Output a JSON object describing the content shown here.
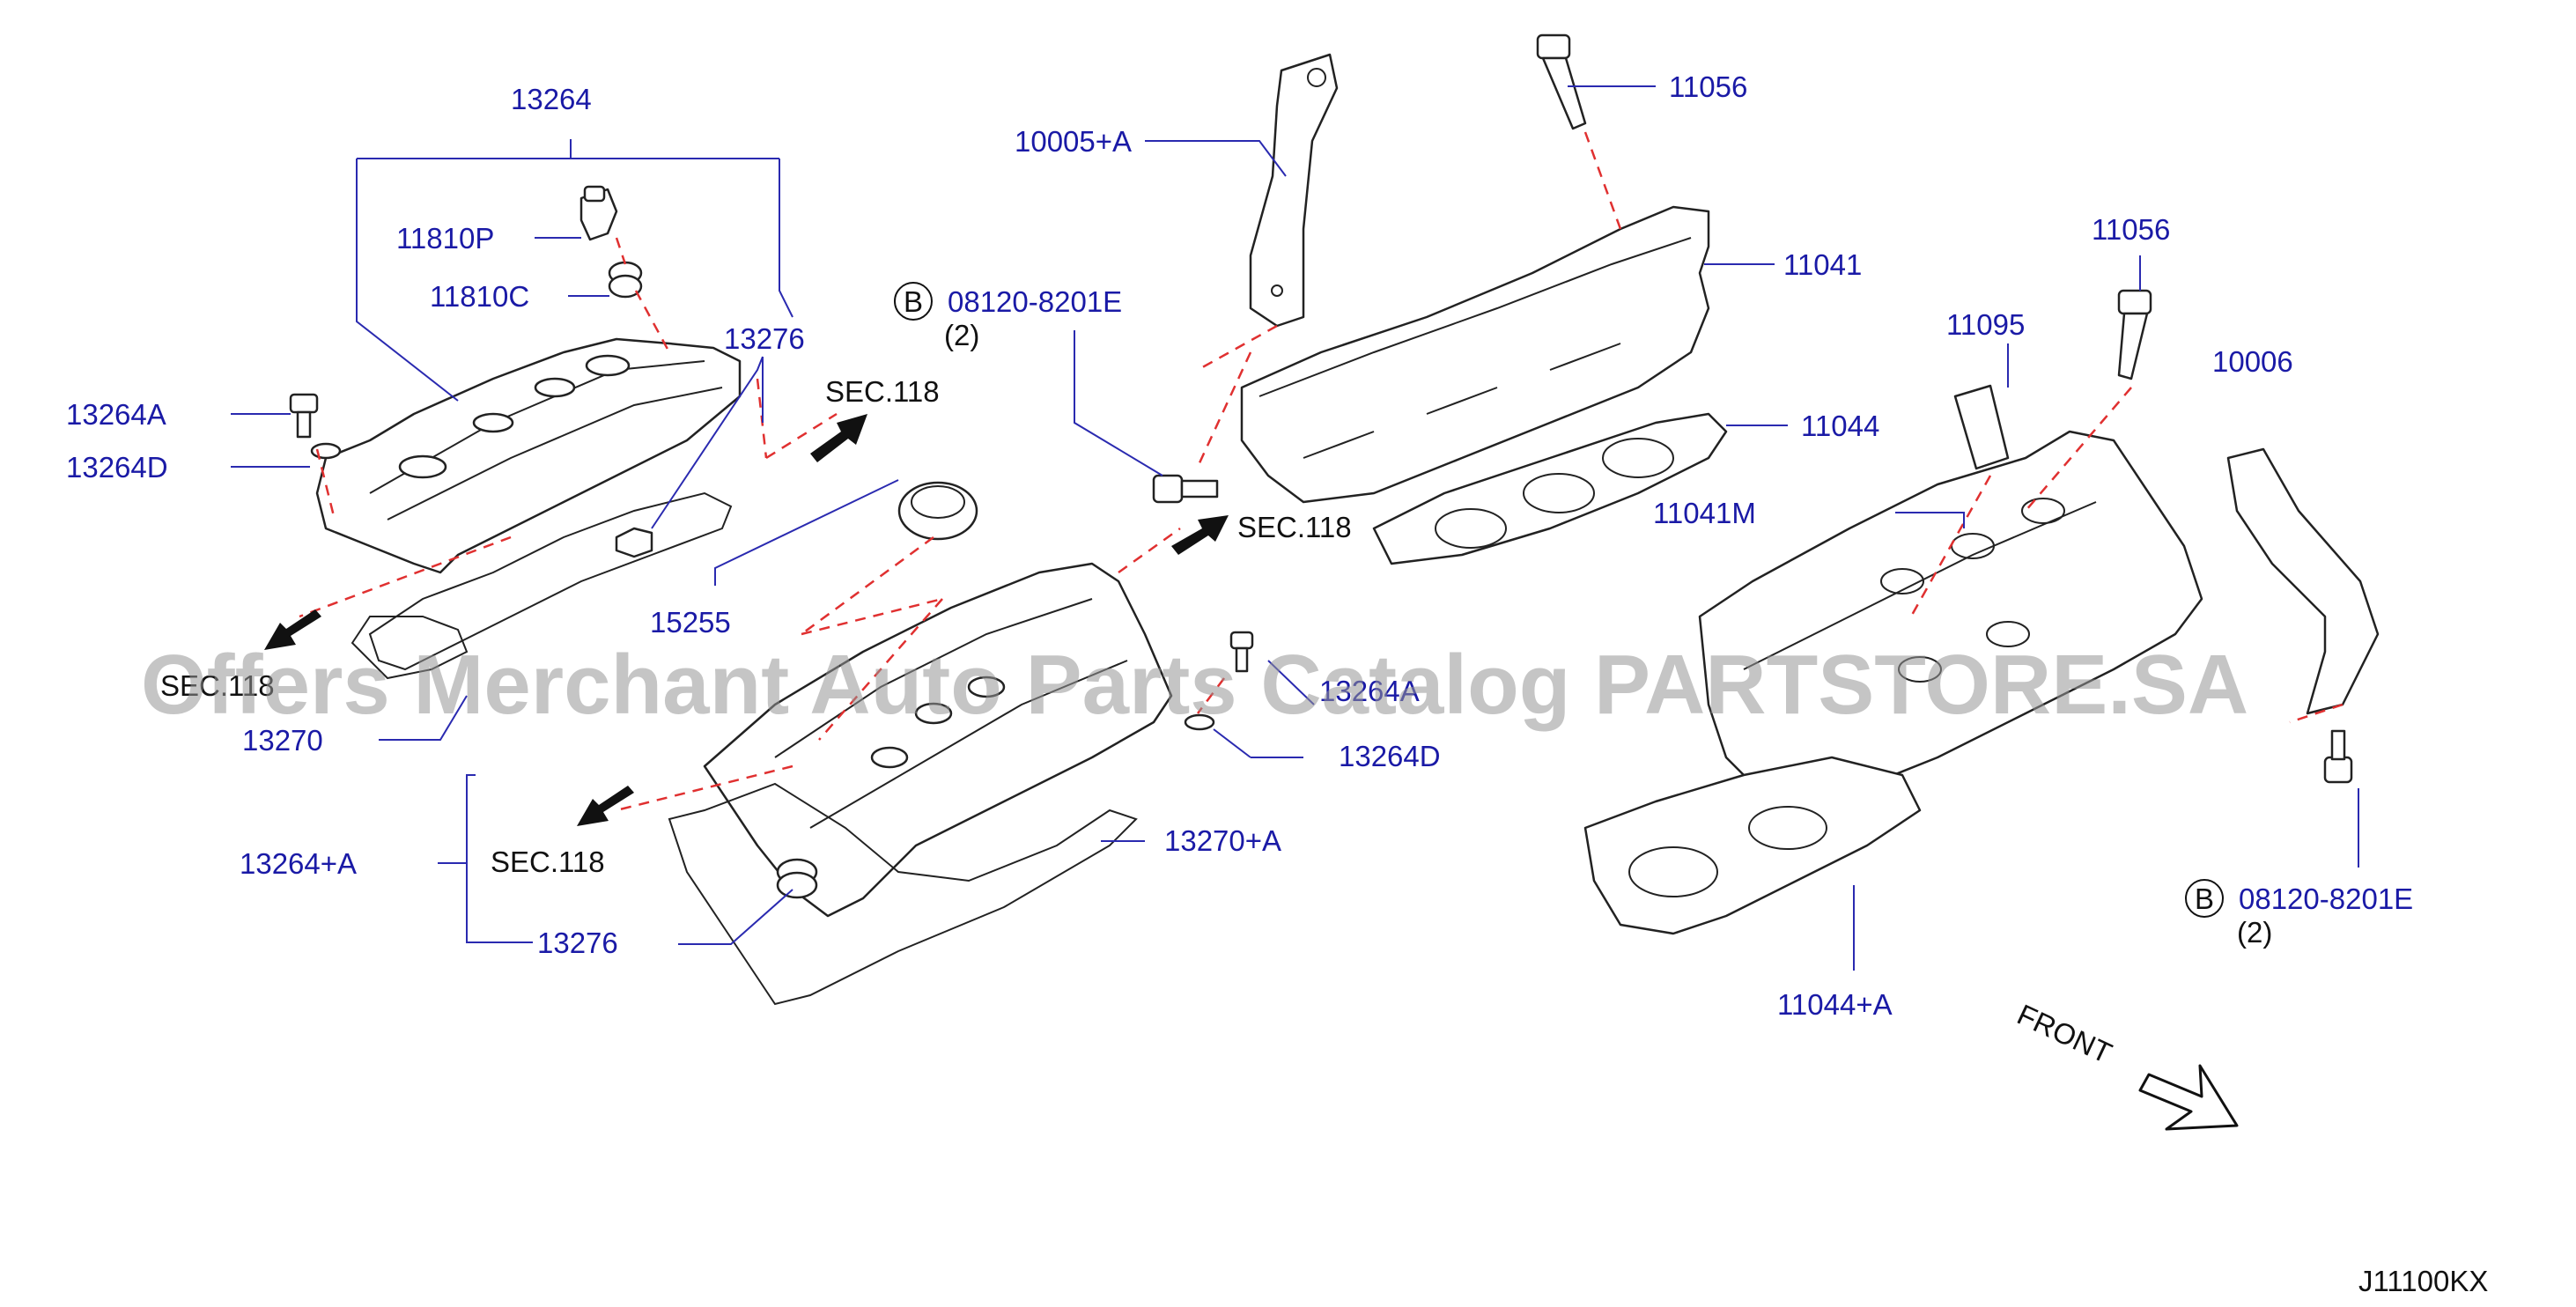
{
  "labels": {
    "p13264": "13264",
    "p11810P": "11810P",
    "p11810C": "11810C",
    "p13276a": "13276",
    "p13264A_left": "13264A",
    "p13264D_left": "13264D",
    "sec118_a": "SEC.118",
    "sec118_b": "SEC.118",
    "sec118_c": "SEC.118",
    "sec118_d": "SEC.118",
    "p13270": "13270",
    "p15255": "15255",
    "p13264A_mid": "13264A",
    "p13264D_mid": "13264D",
    "p13264plusA": "13264+A",
    "p13276b": "13276",
    "p13270plusA": "13270+A",
    "p10005plusA": "10005+A",
    "p08120_a": "08120-8201E",
    "qty_a": "(2)",
    "p11056_a": "11056",
    "p11041": "11041",
    "p11044": "11044",
    "p11056_b": "11056",
    "p11095": "11095",
    "p10006": "10006",
    "p11041M": "11041M",
    "p11044plusA": "11044+A",
    "p08120_b": "08120-8201E",
    "qty_b": "(2)",
    "front": "FRONT",
    "bolt_ref_a": "B",
    "bolt_ref_b": "B",
    "diagram_code": "J11100KX"
  },
  "watermark": "Offers Merchant Auto Parts Catalog PARTSTORE.SA",
  "colors": {
    "label": "#1a1aa6",
    "leader": "#2a2ab0",
    "hidden_line": "#e03030",
    "outline": "#222222"
  }
}
